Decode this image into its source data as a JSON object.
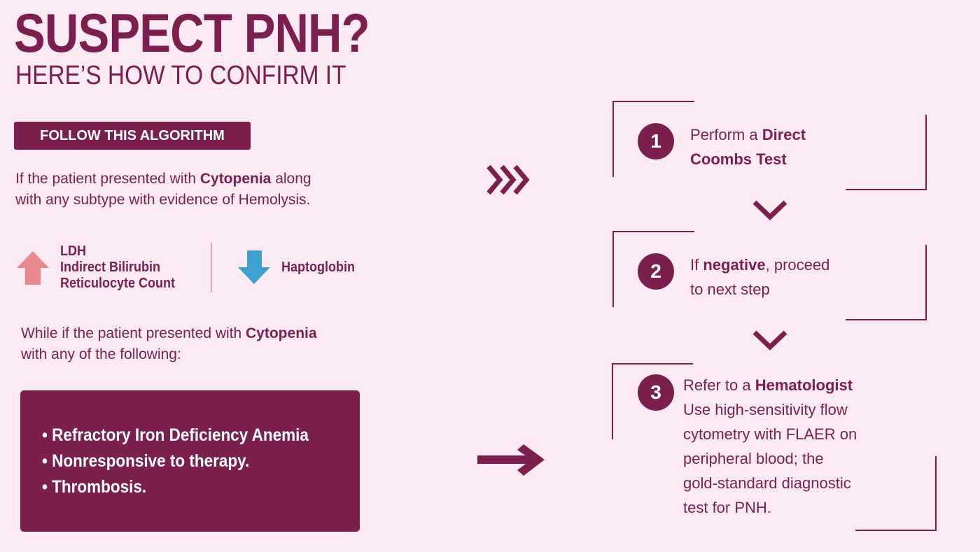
{
  "header": {
    "title": "SUSPECT PNH?",
    "subtitle": "HERE’S HOW TO CONFIRM IT"
  },
  "badge": "FOLLOW THIS ALGORITHM",
  "intro": {
    "pre": "If the patient presented with ",
    "bold": "Cytopenia",
    "post_line1": " along",
    "line2": "with any subtype with evidence of Hemolysis."
  },
  "indicators": {
    "increased": [
      "LDH",
      "Indirect Bilirubin",
      "Reticulocyte Count"
    ],
    "decreased": [
      "Haptoglobin"
    ]
  },
  "second": {
    "pre": "While if the patient presented with ",
    "bold": "Cytopenia",
    "line2": "with any of the following:"
  },
  "conditions": [
    "Refractory Iron Deficiency Anemia",
    "Nonresponsive to therapy.",
    "Thrombosis."
  ],
  "steps": [
    {
      "number": "1",
      "l1_pre": "Perform a ",
      "l1_bold": "Direct",
      "l2_bold": "Coombs Test"
    },
    {
      "number": "2",
      "l1_pre": "If ",
      "l1_bold": "negative",
      "l1_post": ", proceed",
      "l2": "to next step"
    },
    {
      "number": "3",
      "l1_pre": "Refer to a ",
      "l1_bold": "Hematologist",
      "lines": [
        "Use high-sensitivity flow",
        "cytometry with FLAER on",
        "peripheral blood; the",
        "gold-standard diagnostic",
        "test for PNH."
      ]
    }
  ],
  "colors": {
    "background": "#fbe9f3",
    "primary": "#7a1f4e",
    "up_arrow": "#e8898e",
    "down_arrow": "#3fa0cf"
  }
}
